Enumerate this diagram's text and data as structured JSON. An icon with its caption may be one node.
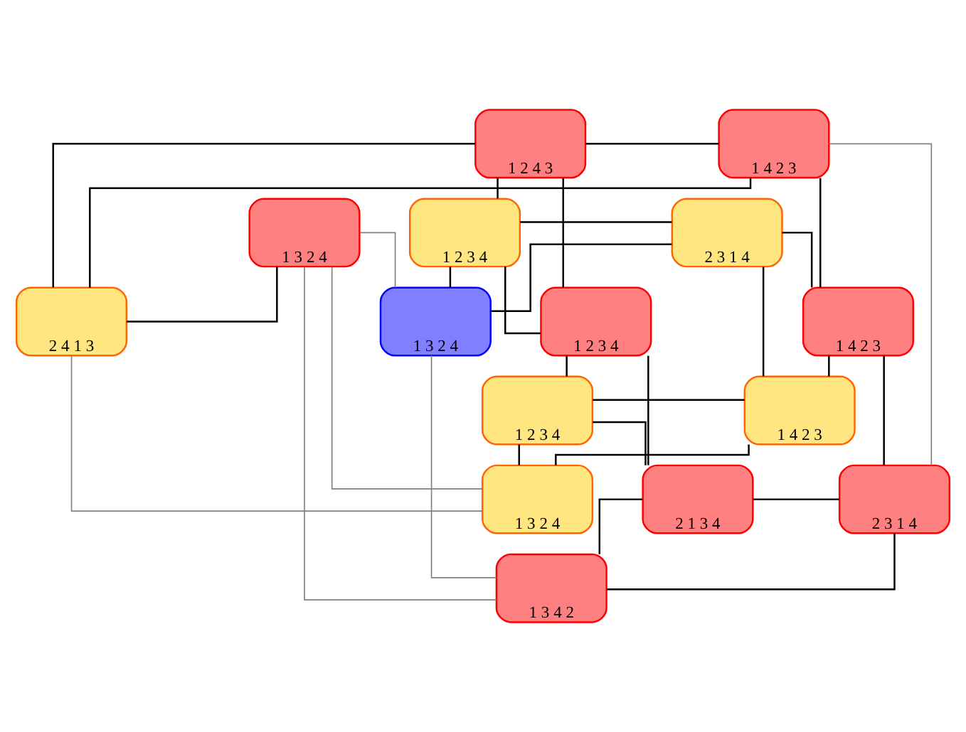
{
  "diagram": {
    "nodes": [
      {
        "text": [
          "1 3 2 4"
        ]
      },
      {
        "text": [
          "1 2 4 3"
        ]
      },
      {
        "text": [
          "1 4 2 3"
        ]
      },
      {
        "text": [
          "2 4 1 3"
        ]
      },
      {
        "text": [
          "1 2 3 4"
        ]
      },
      {
        "text": [
          "2 3 1 4"
        ]
      },
      {
        "text": [
          "1 2 3 4"
        ]
      },
      {
        "text": [
          "1 3 2 4"
        ]
      },
      {
        "text": [
          "1 4 2 3"
        ]
      },
      {
        "text": [
          "1 2 3 4"
        ]
      },
      {
        "text": [
          "1 4 2 3"
        ]
      },
      {
        "text": [
          "1 3 2 4"
        ]
      },
      {
        "text": [
          "2 1 3 4"
        ]
      },
      {
        "text": [
          "2 3 1 4"
        ]
      },
      {
        "text": [
          "1 3 4 2"
        ]
      }
    ],
    "edges": [
      {
        "from": 1,
        "to": 6,
        "arrow": "none"
      },
      {
        "from": 1,
        "to": 2,
        "arrow": "none"
      },
      {
        "from": 1,
        "to": 4,
        "arrow": "none"
      },
      {
        "from": 1,
        "to": 3,
        "arrow": "none"
      },
      {
        "from": 4,
        "to": 6,
        "arrow": "none"
      },
      {
        "from": 4,
        "to": 5,
        "arrow": "none"
      },
      {
        "from": 4,
        "to": 7,
        "arrow": "none"
      },
      {
        "from": 2,
        "to": 3,
        "arrow": "none"
      },
      {
        "from": 2,
        "to": 8,
        "arrow": "none"
      },
      {
        "from": 5,
        "to": 8,
        "arrow": "none"
      },
      {
        "from": 5,
        "to": 7,
        "arrow": "none"
      },
      {
        "from": 5,
        "to": 10,
        "arrow": "none"
      },
      {
        "from": 0,
        "to": 3,
        "arrow": "none"
      },
      {
        "from": 6,
        "to": 9,
        "arrow": "none"
      },
      {
        "from": 6,
        "to": 12,
        "arrow": "none"
      },
      {
        "from": 9,
        "to": 10,
        "arrow": "none"
      },
      {
        "from": 9,
        "to": 12,
        "arrow": "none"
      },
      {
        "from": 9,
        "to": 11,
        "arrow": "none"
      },
      {
        "from": 12,
        "to": 13,
        "arrow": "none"
      },
      {
        "from": 12,
        "to": 14,
        "arrow": "none"
      },
      {
        "from": 10,
        "to": 8,
        "arrow": "none"
      },
      {
        "from": 10,
        "to": 11,
        "arrow": "none"
      },
      {
        "from": 13,
        "to": 8,
        "arrow": "none"
      },
      {
        "from": 13,
        "to": 14,
        "arrow": "none"
      },
      {
        "from": 0,
        "to": 11,
        "arrow": "none",
        "color": "#808080"
      },
      {
        "from": 0,
        "to": 14,
        "arrow": "none",
        "color": "#808080"
      },
      {
        "from": 0,
        "to": 7,
        "arrow": "none",
        "color": "#808080"
      },
      {
        "from": 3,
        "to": 11,
        "arrow": "none",
        "color": "#808080"
      },
      {
        "from": 2,
        "to": 13,
        "arrow": "none",
        "color": "#808080"
      },
      {
        "from": 7,
        "to": 14,
        "arrow": "none",
        "color": "#808080"
      }
    ]
  }
}
